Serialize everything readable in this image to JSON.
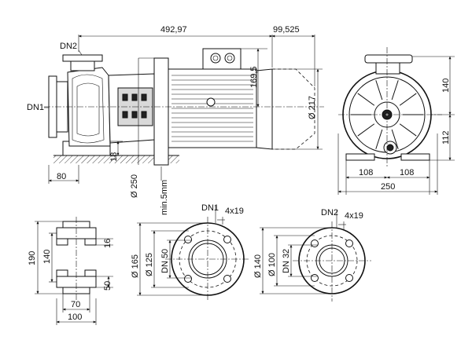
{
  "dimensions": {
    "length_total": "492,97",
    "motor_overhang": "99,525",
    "height_terminal": "169,5",
    "motor_diameter": "Ø 217",
    "base_diameter": "Ø 250",
    "clearance": "min.5mm",
    "foot_height": "18",
    "foot_length": "80",
    "front_upper": "140",
    "front_lower": "112",
    "front_half_left": "108",
    "front_half_right": "108",
    "front_width": "250",
    "foot_190": "190",
    "foot_140": "140",
    "foot_16": "16",
    "foot_50": "50",
    "foot_70": "70",
    "foot_100": "100",
    "flange1_d165": "Ø 165",
    "flange1_d125": "Ø 125",
    "flange1_dn": "DN 50",
    "flange1_bolts": "4x19",
    "flange2_d140": "Ø 140",
    "flange2_d100": "Ø 100",
    "flange2_dn": "DN 32",
    "flange2_bolts": "4x19"
  },
  "labels": {
    "dn1": "DN1",
    "dn2": "DN2",
    "dn1_flange": "DN1",
    "dn2_flange": "DN2"
  }
}
